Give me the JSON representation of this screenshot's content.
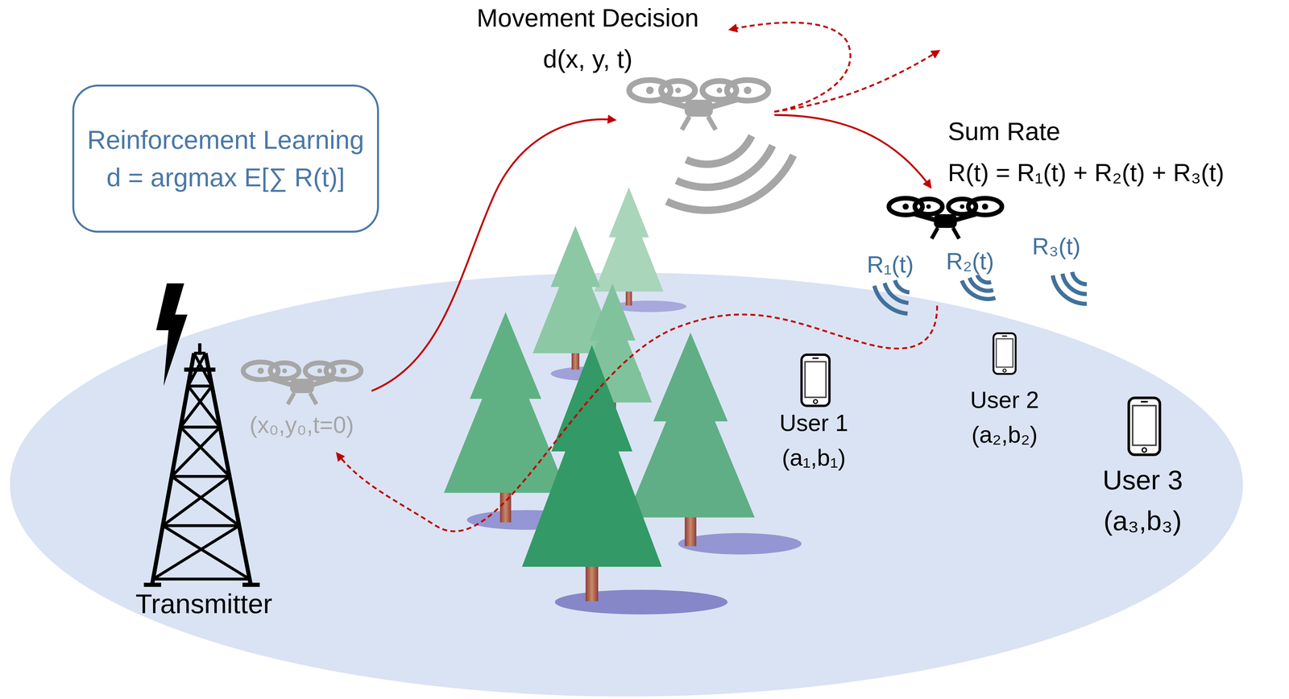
{
  "diagram": {
    "nodes": [
      {
        "text": [
          "Reinforcement Learning",
          "d = argmax E[∑ R(t)]"
        ]
      }
    ],
    "labels": [
      "Movement Decision",
      "d(x, y, t)",
      "Sum Rate",
      "R(t) = R₁(t) + R₂(t) + R₃(t)",
      "R₁(t)",
      "R₂(t)",
      "R₃(t)",
      "(x₀,y₀,t=0)",
      "User 1",
      "(a₁,b₁)",
      "User 2",
      "(a₂,b₂)",
      "User 3",
      "(a₃,b₃)",
      "Transmitter"
    ]
  }
}
